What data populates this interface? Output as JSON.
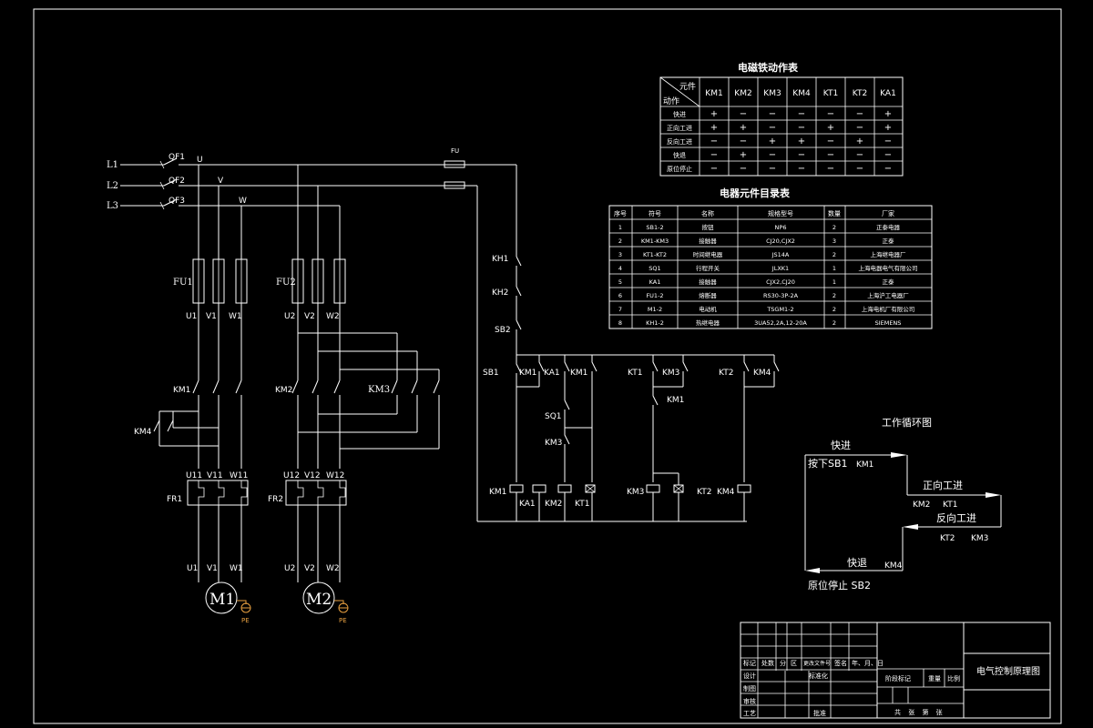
{
  "power_lines": [
    "L1",
    "L2",
    "L3"
  ],
  "breakers": [
    "QF1",
    "QF2",
    "QF3"
  ],
  "phases": [
    "U",
    "V",
    "W"
  ],
  "fuse_main": "FU",
  "fuse_groups": [
    "FU1",
    "FU2"
  ],
  "motor1": {
    "terminals_top": [
      "U1",
      "V1",
      "W1"
    ],
    "contactor": "KM1",
    "reverse_contactor": "KM4",
    "thermal_terminals": [
      "U11",
      "V11",
      "W11"
    ],
    "relay": "FR1",
    "terminals_bottom": [
      "U1",
      "V1",
      "W1"
    ],
    "name": "M1",
    "ground": "PE"
  },
  "motor2": {
    "terminals_top": [
      "U2",
      "V2",
      "W2"
    ],
    "contactor": "KM2",
    "reverse_contactor": "KM3",
    "thermal_terminals": [
      "U12",
      "V12",
      "W12"
    ],
    "relay": "FR2",
    "terminals_bottom": [
      "U2",
      "V2",
      "W2"
    ],
    "name": "M2",
    "ground": "PE"
  },
  "control": {
    "contacts": [
      "KH1",
      "KH2",
      "SB2"
    ],
    "start": "SB1",
    "row_contacts": [
      "KM1",
      "KA1",
      "KM1",
      "KT1",
      "KM3",
      "KT2",
      "KM4"
    ],
    "sq": "SQ1",
    "km3": "KM3",
    "km1_aux": "KM1",
    "coils": [
      "KM1",
      "KA1",
      "KM2",
      "KT1",
      "KM3",
      "KT2",
      "KM4"
    ]
  },
  "action_table": {
    "title": "电磁铁动作表",
    "corner_top": "元件",
    "corner_bottom": "动作",
    "columns": [
      "KM1",
      "KM2",
      "KM3",
      "KM4",
      "KT1",
      "KT2",
      "KA1"
    ],
    "rows": [
      {
        "name": "快进",
        "values": [
          "+",
          "−",
          "−",
          "−",
          "−",
          "−",
          "+"
        ]
      },
      {
        "name": "正向工进",
        "values": [
          "+",
          "+",
          "−",
          "−",
          "+",
          "−",
          "+"
        ]
      },
      {
        "name": "反向工进",
        "values": [
          "−",
          "−",
          "+",
          "+",
          "−",
          "+",
          "−"
        ]
      },
      {
        "name": "快退",
        "values": [
          "−",
          "+",
          "−",
          "−",
          "−",
          "−",
          "−"
        ]
      },
      {
        "name": "原位停止",
        "values": [
          "−",
          "−",
          "−",
          "−",
          "−",
          "−",
          "−"
        ]
      }
    ]
  },
  "component_table": {
    "title": "电器元件目录表",
    "headers": [
      "序号",
      "符号",
      "名称",
      "规格型号",
      "数量",
      "厂家"
    ],
    "rows": [
      [
        "1",
        "SB1-2",
        "按钮",
        "NP6",
        "2",
        "正泰电器"
      ],
      [
        "2",
        "KM1-KM3",
        "接触器",
        "CJ20,CJX2",
        "3",
        "正泰"
      ],
      [
        "3",
        "KT1-KT2",
        "时间继电器",
        "JS14A",
        "2",
        "上海继电器厂"
      ],
      [
        "4",
        "SQ1",
        "行程开关",
        "JLXK1",
        "1",
        "上海电器电气有限公司"
      ],
      [
        "5",
        "KA1",
        "接触器",
        "CJX2,CJ20",
        "1",
        "正泰"
      ],
      [
        "6",
        "FU1-2",
        "熔断器",
        "RS30-3P-2A",
        "2",
        "上海沪工电器厂"
      ],
      [
        "7",
        "M1-2",
        "电动机",
        "TSGM1-2",
        "2",
        "上海电机厂有限公司"
      ],
      [
        "8",
        "KH1-2",
        "热继电器",
        "3UA52,2A,12-20A",
        "2",
        "SIEMENS"
      ]
    ]
  },
  "cycle": {
    "title": "工作循环图",
    "fast_forward": "快进",
    "press": "按下SB1",
    "press_km": "KM1",
    "forward_feed": "正向工进",
    "forward_km": "KM2",
    "forward_kt": "KT1",
    "reverse_feed": "反向工进",
    "reverse_kt": "KT2",
    "reverse_km": "KM3",
    "fast_back": "快退",
    "back_km": "KM4",
    "stop": "原位停止 SB2"
  },
  "title_block": {
    "drawing_title": "电气控制原理图",
    "labels": [
      "标记",
      "处数",
      "分",
      "区",
      "更改文件号",
      "签名",
      "年、月、日"
    ],
    "design": "设计",
    "standardize": "标准化",
    "draw": "制图",
    "review": "审核",
    "craft": "工艺",
    "approve": "批准",
    "stage": "阶段标记",
    "weight": "重量",
    "scale": "比例",
    "sheets": "共 张 第 张"
  }
}
